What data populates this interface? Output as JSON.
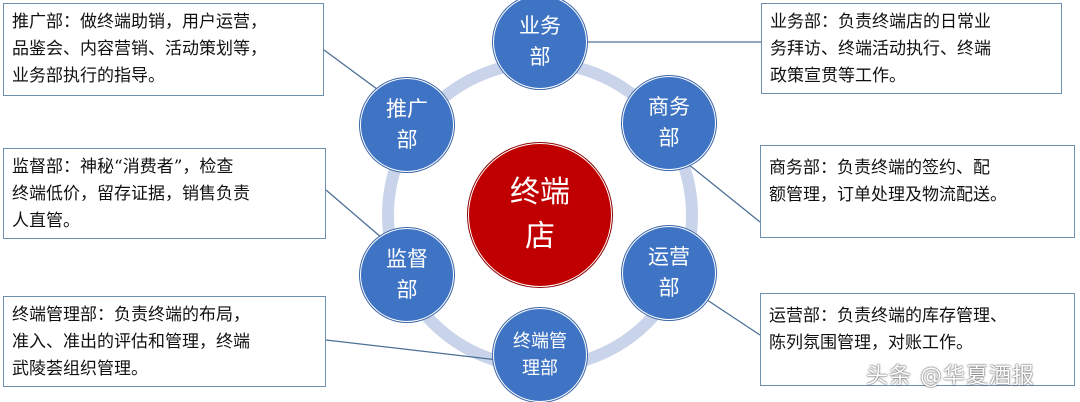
{
  "center": {
    "line1": "终端",
    "line2": "店",
    "color": "#c00000"
  },
  "departments": {
    "yewu": {
      "line1": "业务",
      "line2": "部"
    },
    "shangwu": {
      "line1": "商务",
      "line2": "部"
    },
    "yunying": {
      "line1": "运营",
      "line2": "部"
    },
    "zhongduan": {
      "line1": "终端管",
      "line2": "理部"
    },
    "jiandu": {
      "line1": "监督",
      "line2": "部"
    },
    "tuiguang": {
      "line1": "推广",
      "line2": "部"
    }
  },
  "descriptions": {
    "tuiguang": [
      "推广部：做终端助销，用户运营，",
      "品鉴会、内容营销、活动策划等，",
      "业务部执行的指导。"
    ],
    "yewu": [
      "业务部：负责终端店的日常业",
      "务拜访、终端活动执行、终端",
      "政策宣贯等工作。"
    ],
    "jiandu": [
      "监督部：神秘“消费者”，检查",
      "终端低价，留存证据，销售负责",
      "人直管。"
    ],
    "shangwu": [
      "商务部：负责终端的签约、配",
      "额管理，订单处理及物流配送。"
    ],
    "zhongduan": [
      "终端管理部：负责终端的布局，",
      "准入、准出的评估和管理，终端",
      "武陵荟组织管理。"
    ],
    "yunying": [
      "运营部：负责终端的库存管理、",
      "陈列氛围管理，对账工作。"
    ]
  },
  "colors": {
    "node": "#3f74c4",
    "ring": "#c9d4ea",
    "box_border": "#6f8fae"
  },
  "watermark": "头条 @华夏酒报"
}
